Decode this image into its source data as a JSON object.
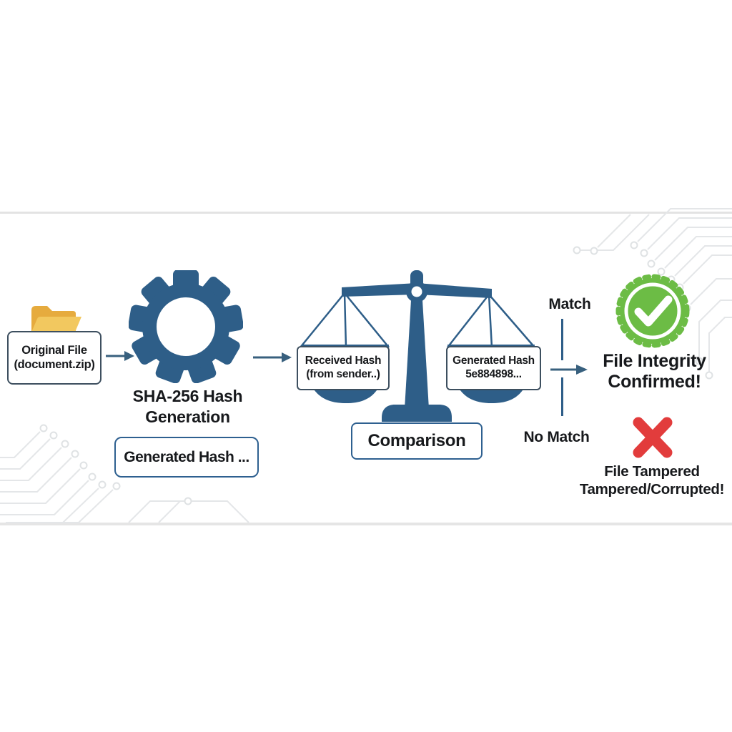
{
  "colors": {
    "primary_blue": "#2e5e88",
    "outline_navy": "#3d4f5f",
    "success_green": "#6cbc45",
    "error_red": "#e23c3c",
    "text": "#17191c",
    "folder_back": "#e6ab3e",
    "folder_front": "#f2c85f",
    "trace_gray": "#e4e6e8"
  },
  "source": {
    "file_label_line1": "Original File",
    "file_label_line2": "(document.zip)"
  },
  "hash_generation": {
    "title_line1": "SHA-256 Hash",
    "title_line2": "Generation",
    "output_box_label": "Generated Hash ..."
  },
  "comparison": {
    "left_pan_line1": "Received Hash",
    "left_pan_line2": "(from sender..)",
    "right_pan_line1": "Generated Hash",
    "right_pan_line2": "5e884898...",
    "label": "Comparison"
  },
  "outcomes": {
    "match_label": "Match",
    "no_match_label": "No Match",
    "success_title_line1": "File Integrity",
    "success_title_line2": "Confirmed!",
    "failure_title_line1": "File Tampered",
    "failure_title_line2": "Tampered/Corrupted!"
  }
}
